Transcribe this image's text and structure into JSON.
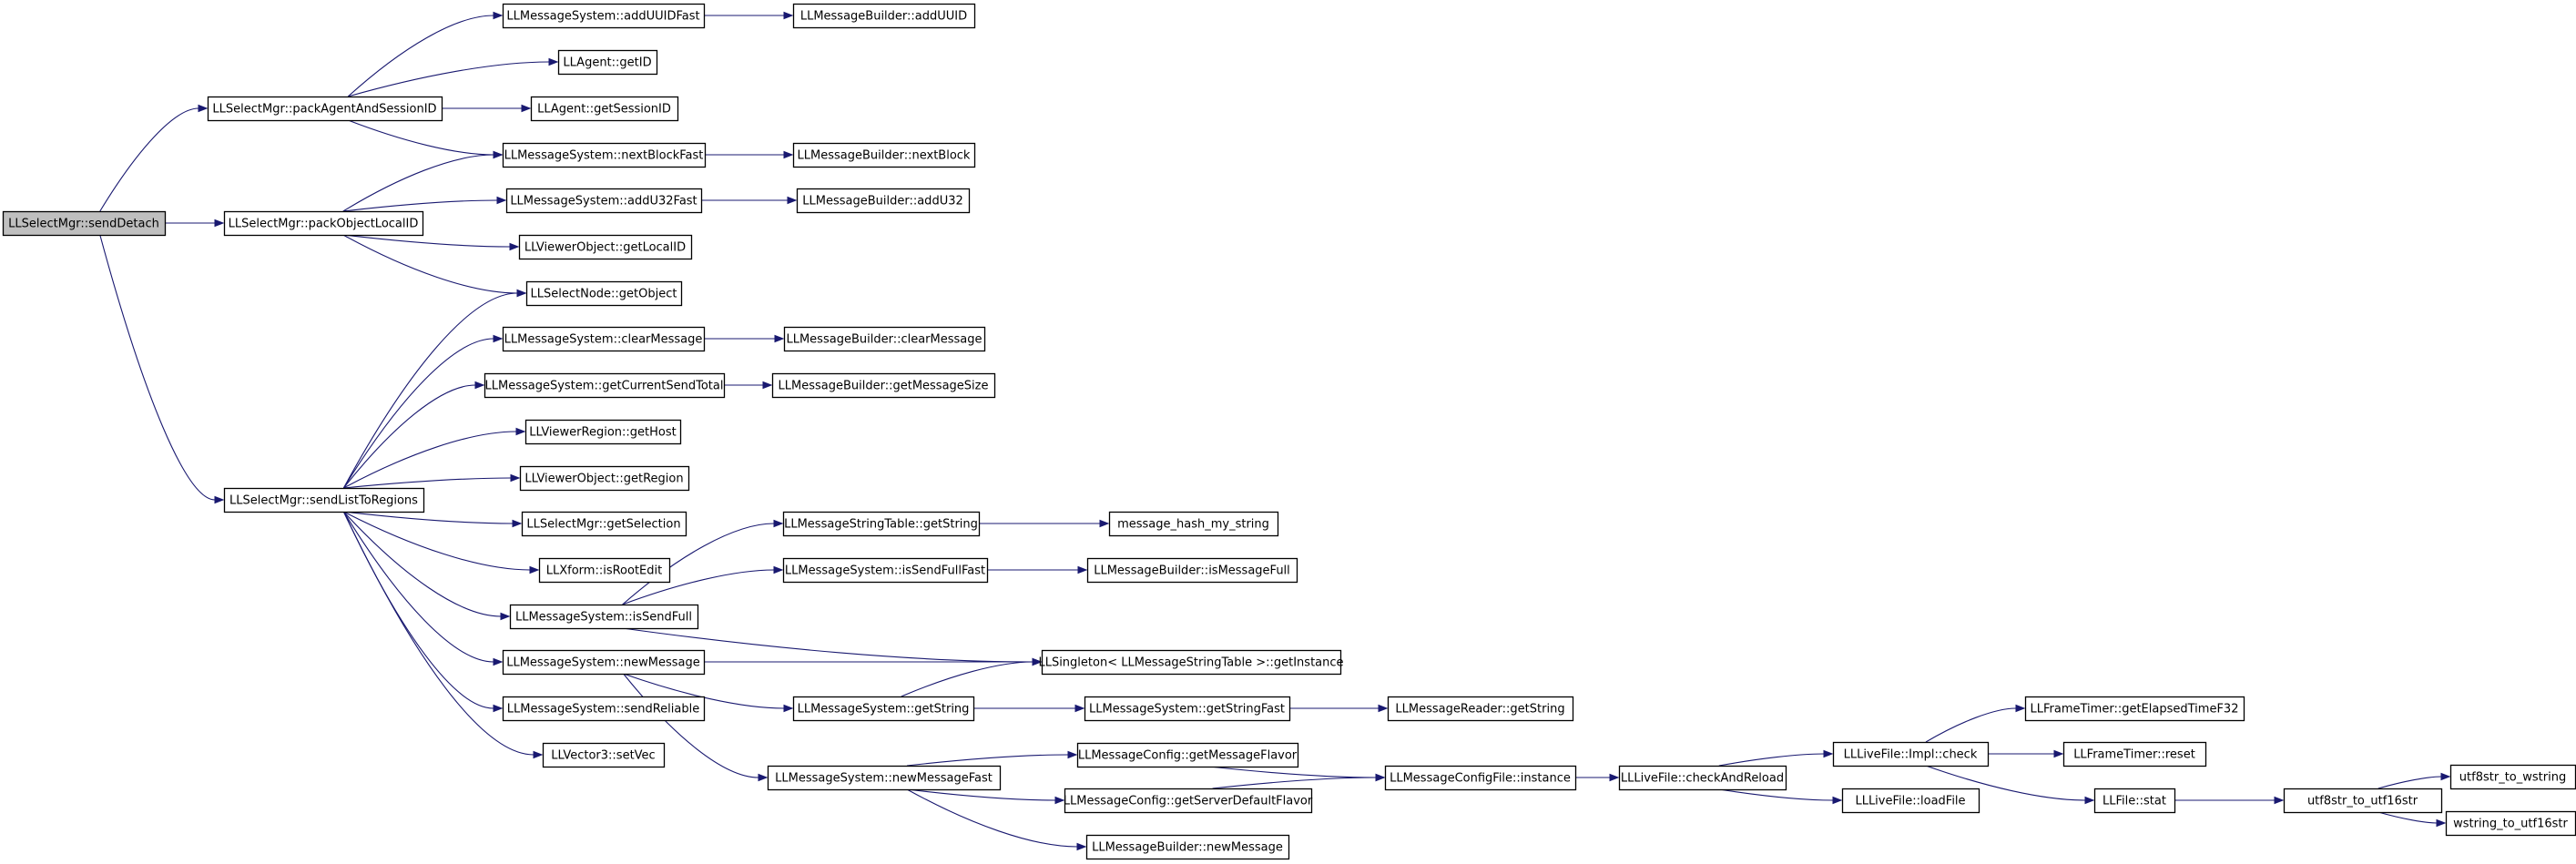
{
  "graph": {
    "colors": {
      "edge": "#191970",
      "root_fill": "#bfbfbf",
      "node_fill": "#ffffff",
      "border": "#000000"
    },
    "nodes": [
      {
        "id": "sendDetach",
        "label": "LLSelectMgr::sendDetach",
        "root": true
      },
      {
        "id": "packAgent",
        "label": "LLSelectMgr::packAgentAndSessionID"
      },
      {
        "id": "packObj",
        "label": "LLSelectMgr::packObjectLocalID"
      },
      {
        "id": "sendList",
        "label": "LLSelectMgr::sendListToRegions"
      },
      {
        "id": "addUUIDFast",
        "label": "LLMessageSystem::addUUIDFast"
      },
      {
        "id": "mbAddUUID",
        "label": "LLMessageBuilder::addUUID"
      },
      {
        "id": "getID",
        "label": "LLAgent::getID"
      },
      {
        "id": "getSessionID",
        "label": "LLAgent::getSessionID"
      },
      {
        "id": "nextBlockFast",
        "label": "LLMessageSystem::nextBlockFast"
      },
      {
        "id": "mbNextBlock",
        "label": "LLMessageBuilder::nextBlock"
      },
      {
        "id": "addU32Fast",
        "label": "LLMessageSystem::addU32Fast"
      },
      {
        "id": "mbAddU32",
        "label": "LLMessageBuilder::addU32"
      },
      {
        "id": "getLocalID",
        "label": "LLViewerObject::getLocalID"
      },
      {
        "id": "getObject",
        "label": "LLSelectNode::getObject"
      },
      {
        "id": "clearMessage",
        "label": "LLMessageSystem::clearMessage"
      },
      {
        "id": "mbClearMessage",
        "label": "LLMessageBuilder::clearMessage"
      },
      {
        "id": "getCurrentSendTotal",
        "label": "LLMessageSystem::getCurrentSendTotal"
      },
      {
        "id": "mbGetMessageSize",
        "label": "LLMessageBuilder::getMessageSize"
      },
      {
        "id": "getHost",
        "label": "LLViewerRegion::getHost"
      },
      {
        "id": "getRegion",
        "label": "LLViewerObject::getRegion"
      },
      {
        "id": "getSelection",
        "label": "LLSelectMgr::getSelection"
      },
      {
        "id": "isRootEdit",
        "label": "LLXform::isRootEdit"
      },
      {
        "id": "isSendFull",
        "label": "LLMessageSystem::isSendFull"
      },
      {
        "id": "newMessage",
        "label": "LLMessageSystem::newMessage"
      },
      {
        "id": "sendReliable",
        "label": "LLMessageSystem::sendReliable"
      },
      {
        "id": "setVec",
        "label": "LLVector3::setVec"
      },
      {
        "id": "stGetString",
        "label": "LLMessageStringTable::getString"
      },
      {
        "id": "isSendFullFast",
        "label": "LLMessageSystem::isSendFullFast"
      },
      {
        "id": "getInstance",
        "label": "LLSingleton< LLMessageStringTable >::getInstance"
      },
      {
        "id": "msGetString",
        "label": "LLMessageSystem::getString"
      },
      {
        "id": "newMessageFast",
        "label": "LLMessageSystem::newMessageFast"
      },
      {
        "id": "hashStr",
        "label": "message_hash_my_string"
      },
      {
        "id": "mbIsMessageFull",
        "label": "LLMessageBuilder::isMessageFull"
      },
      {
        "id": "getStringFast",
        "label": "LLMessageSystem::getStringFast"
      },
      {
        "id": "mrGetString",
        "label": "LLMessageReader::getString"
      },
      {
        "id": "getMessageFlavor",
        "label": "LLMessageConfig::getMessageFlavor"
      },
      {
        "id": "getServerDefaultFlavor",
        "label": "LLMessageConfig::getServerDefaultFlavor"
      },
      {
        "id": "mbNewMessage",
        "label": "LLMessageBuilder::newMessage"
      },
      {
        "id": "mcfInstance",
        "label": "LLMessageConfigFile::instance"
      },
      {
        "id": "checkAndReload",
        "label": "LLLiveFile::checkAndReload"
      },
      {
        "id": "implCheck",
        "label": "LLLiveFile::Impl::check"
      },
      {
        "id": "loadFile",
        "label": "LLLiveFile::loadFile"
      },
      {
        "id": "getElapsed",
        "label": "LLFrameTimer::getElapsedTimeF32"
      },
      {
        "id": "ftReset",
        "label": "LLFrameTimer::reset"
      },
      {
        "id": "fileStat",
        "label": "LLFile::stat"
      },
      {
        "id": "utf8to16",
        "label": "utf8str_to_utf16str"
      },
      {
        "id": "utf8toW",
        "label": "utf8str_to_wstring"
      },
      {
        "id": "wto16",
        "label": "wstring_to_utf16str"
      }
    ]
  }
}
